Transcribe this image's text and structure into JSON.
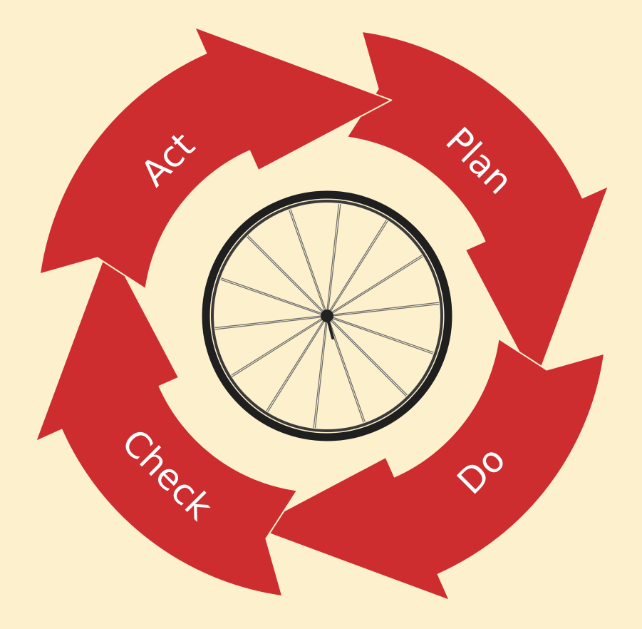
{
  "diagram": {
    "colors": {
      "background": "#fdf0cd",
      "arrow": "#cd2d2e",
      "label": "#ffffff",
      "tire": "#1f1f1f",
      "spoke": "#6a6a6a"
    },
    "stages": [
      {
        "key": "plan",
        "label": "Plan"
      },
      {
        "key": "do",
        "label": "Do"
      },
      {
        "key": "check",
        "label": "Check"
      },
      {
        "key": "act",
        "label": "Act"
      }
    ],
    "center_icon": "bicycle-wheel-icon"
  }
}
